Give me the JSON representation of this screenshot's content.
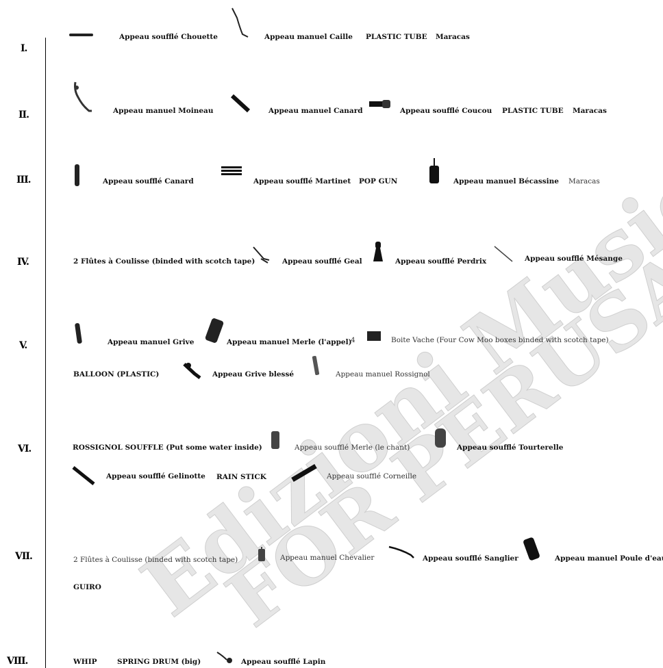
{
  "sections": [
    {
      "numeral": "I.",
      "items": [
        "Appeau soufflé Chouette",
        "Appeau manuel Caille",
        "PLASTIC TUBE",
        "Maracas"
      ]
    },
    {
      "numeral": "II.",
      "items": [
        "Appeau manuel Moineau",
        "Appeau manuel Canard",
        "Appeau soufflé Coucou",
        "PLASTIC TUBE",
        "Maracas"
      ]
    },
    {
      "numeral": "III.",
      "items": [
        "Appeau soufflé Canard",
        "Appeau soufflé Martinet",
        "POP GUN",
        "Appeau manuel Bécassine",
        "Maracas"
      ]
    },
    {
      "numeral": "IV.",
      "items": [
        "2 Flûtes à Coulisse (binded with scotch tape)",
        "Appeau soufflé Geal",
        "Appeau soufflé Perdrix",
        "Appeau soufflé Mésange"
      ]
    },
    {
      "numeral": "V.",
      "items": [
        "Appeau manuel Grive",
        "Appeau manuel Merle (l'appel)",
        "4",
        "Boite Vache (Four Cow Moo boxes binded with scotch tape)",
        "BALLOON (PLASTIC)",
        "Appeau Grive blessé",
        "Appeau manuel Rossignol"
      ]
    },
    {
      "numeral": "VI.",
      "items": [
        "ROSSIGNOL SOUFFLE (Put some water inside)",
        "Appeau soufflé Merle (le chant)",
        "Appeau soufflé Tourterelle",
        "Appeau soufflé Gelinotte",
        "RAIN STICK",
        "Appeau soufflé Corneille"
      ]
    },
    {
      "numeral": "VII.",
      "items": [
        "2 Flûtes à Coulisse (binded with scotch tape)",
        "Appeau manuel Chevalier",
        "Appeau soufflé Sanglier",
        "Appeau manuel Poule d'eau",
        "GUIRO"
      ]
    },
    {
      "numeral": "VIII.",
      "items": [
        "WHIP",
        "SPRING DRUM (big)",
        "Appeau soufflé Lapin"
      ]
    }
  ],
  "watermark": {
    "line1": "Edizioni Musicali Rai",
    "line2": "FOR PERUSAL O"
  }
}
